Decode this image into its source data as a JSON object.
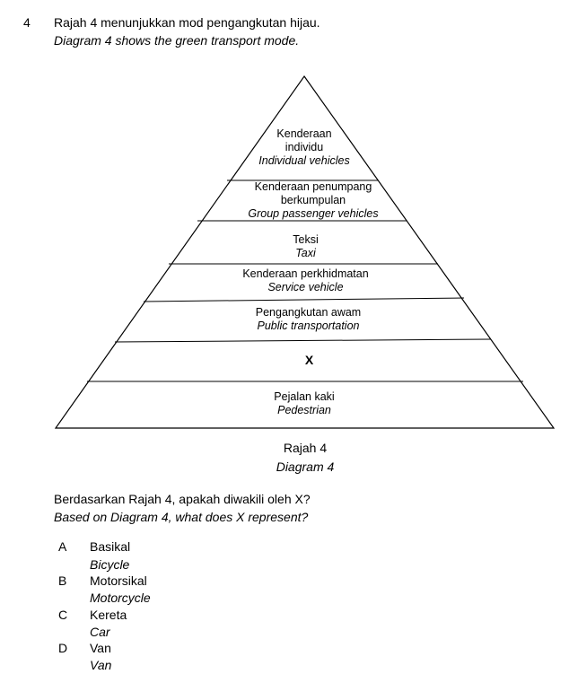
{
  "question_number": "4",
  "intro": {
    "ms": "Rajah 4 menunjukkan mod pengangkutan hijau.",
    "en": "Diagram 4 shows the green transport mode."
  },
  "pyramid_levels": [
    {
      "lines": [
        "Kenderaan",
        "individu"
      ],
      "en": "Individual vehicles"
    },
    {
      "lines": [
        "Kenderaan penumpang",
        "berkumpulan"
      ],
      "en": "Group passenger vehicles"
    },
    {
      "lines": [
        "Teksi"
      ],
      "en": "Taxi"
    },
    {
      "lines": [
        "Kenderaan perkhidmatan"
      ],
      "en": "Service vehicle"
    },
    {
      "lines": [
        "Pengangkutan awam"
      ],
      "en": "Public transportation"
    },
    {
      "lines": [
        "X"
      ],
      "en": ""
    },
    {
      "lines": [
        "Pejalan kaki"
      ],
      "en": "Pedestrian"
    }
  ],
  "caption": {
    "ms": "Rajah 4",
    "en": "Diagram 4"
  },
  "question": {
    "ms": "Berdasarkan Rajah 4, apakah diwakili oleh X?",
    "en": "Based on Diagram 4, what does X represent?"
  },
  "options": [
    {
      "letter": "A",
      "ms": "Basikal",
      "en": "Bicycle"
    },
    {
      "letter": "B",
      "ms": "Motorsikal",
      "en": "Motorcycle"
    },
    {
      "letter": "C",
      "ms": "Kereta",
      "en": "Car"
    },
    {
      "letter": "D",
      "ms": "Van",
      "en": "Van"
    }
  ]
}
